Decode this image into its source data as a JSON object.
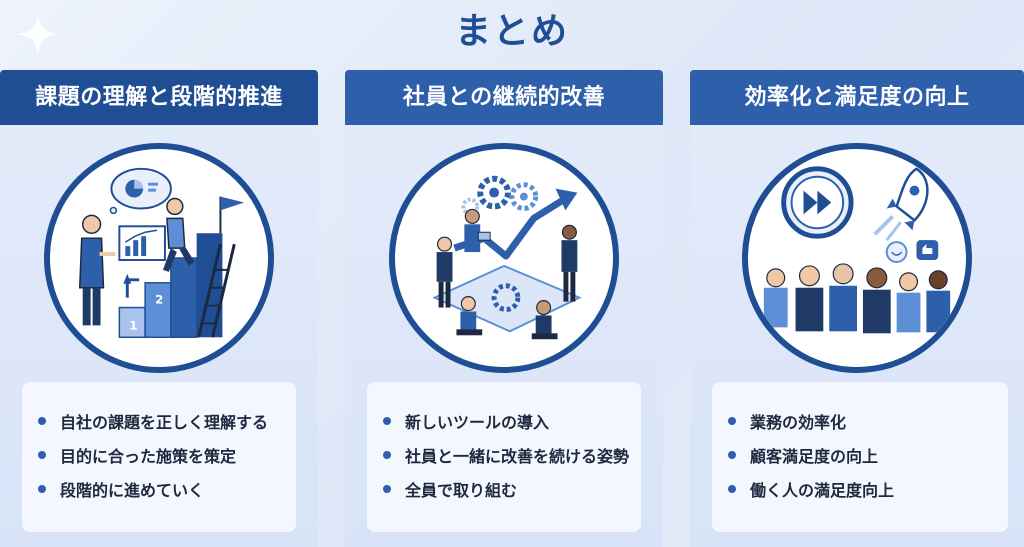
{
  "title": "まとめ",
  "colors": {
    "header_dark": "#1f4e95",
    "header_mid": "#2d5fab",
    "accent_light": "#5d8fd6",
    "background": "#e4ecfb"
  },
  "cards": [
    {
      "heading": "課題の理解と段階的推進",
      "illustration": "staircase-growth-icon",
      "bullets": [
        "自社の課題を正しく理解する",
        "目的に合った施策を策定",
        "段階的に進めていく"
      ]
    },
    {
      "heading": "社員との継続的改善",
      "illustration": "team-collaboration-icon",
      "bullets": [
        "新しいツールの導入",
        "社員と一緒に改善を続ける姿勢",
        "全員で取り組む"
      ]
    },
    {
      "heading": "効率化と満足度の向上",
      "illustration": "rocket-team-icon",
      "bullets": [
        "業務の効率化",
        "顧客満足度の向上",
        "働く人の満足度向上"
      ]
    }
  ]
}
